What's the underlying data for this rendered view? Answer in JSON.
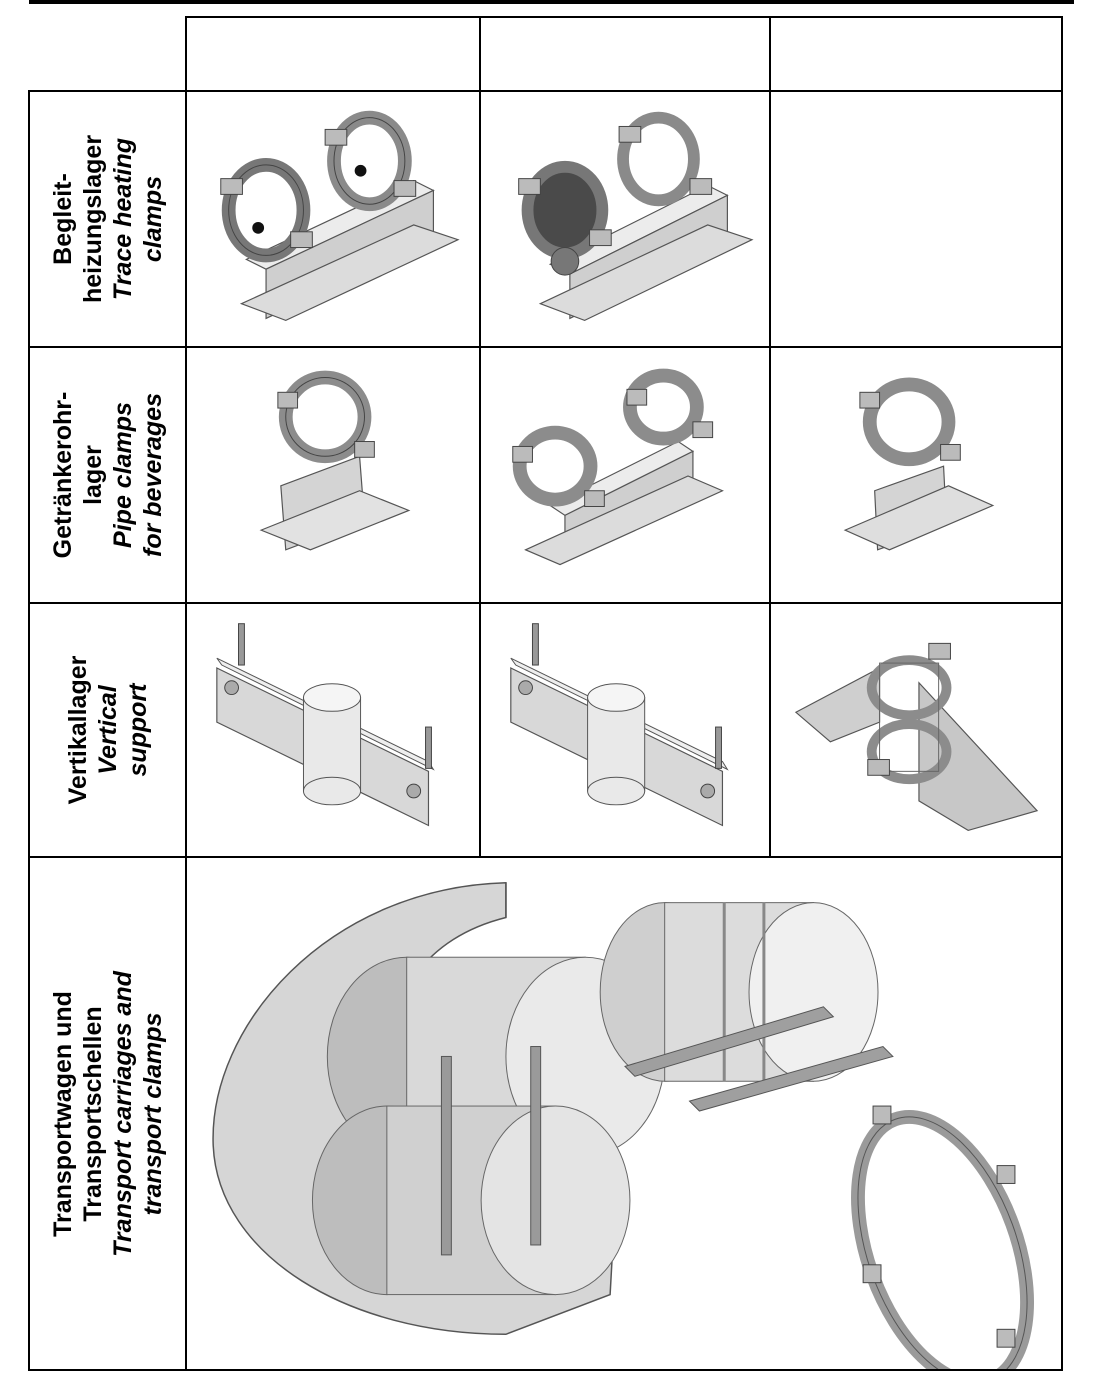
{
  "rows": [
    {
      "id": "trace",
      "label_de": [
        "Begleit-",
        "heizungslager"
      ],
      "label_en": [
        "Trace heating",
        "clamps"
      ],
      "images": [
        "double clamp with tracer holes on T-support",
        "double clamp with tracer pipe on T-support",
        ""
      ]
    },
    {
      "id": "beverage",
      "label_de": [
        "Getränkerohr-",
        "lager"
      ],
      "label_en": [
        "Pipe clamps",
        "for beverages"
      ],
      "images": [
        "single clamp on T-support",
        "double clamp on long T-support",
        "single clamp on T-support with plate"
      ]
    },
    {
      "id": "vertical",
      "label_de": [
        "Vertikallager"
      ],
      "label_en": [
        "Vertical",
        "support"
      ],
      "images": [
        "vertical riser clamp with bolts",
        "vertical riser clamp with double bolts",
        "vertical clamps on triangular bracket"
      ]
    },
    {
      "id": "transport",
      "label_de": [
        "Transportwagen und",
        "Transportschellen"
      ],
      "label_en": [
        "Transport carriages and",
        "transport clamps"
      ],
      "images": [
        "casing pipe with transport carriages",
        "pipe with transport clamp and rails",
        "transport clamp ring"
      ]
    }
  ],
  "colors": {
    "line": "#000000",
    "metal_light": "#e6e6e6",
    "metal_mid": "#c4c4c4",
    "metal_dark": "#8f8f8f"
  }
}
